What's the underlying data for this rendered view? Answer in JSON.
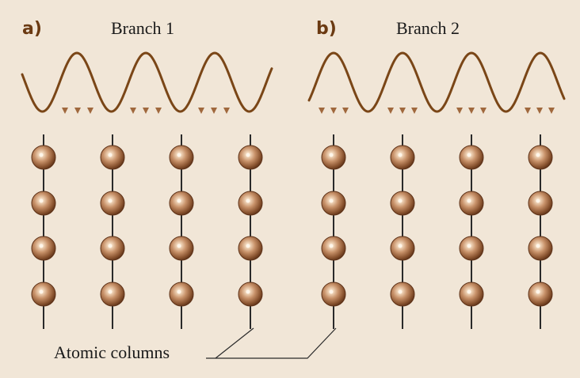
{
  "panels": [
    {
      "letter": "a)",
      "title": "Branch 1"
    },
    {
      "letter": "b)",
      "title": "Branch 2"
    }
  ],
  "caption": "Atomic columns",
  "columns_per_panel": 4,
  "atoms_per_column": 4,
  "colors": {
    "background": "#f1e6d7",
    "accent_brown": "#7a4617",
    "label_brown": "#6b3a12",
    "text": "#1a1a1a",
    "arrow": "#a0683d",
    "column_line": "#2a2a2a",
    "atom_dark": "#5e3218",
    "atom_mid": "#a0683d",
    "atom_light": "#f4dcc1"
  },
  "icons": [
    "wave-icon",
    "force-arrow-icon",
    "atom-icon"
  ]
}
